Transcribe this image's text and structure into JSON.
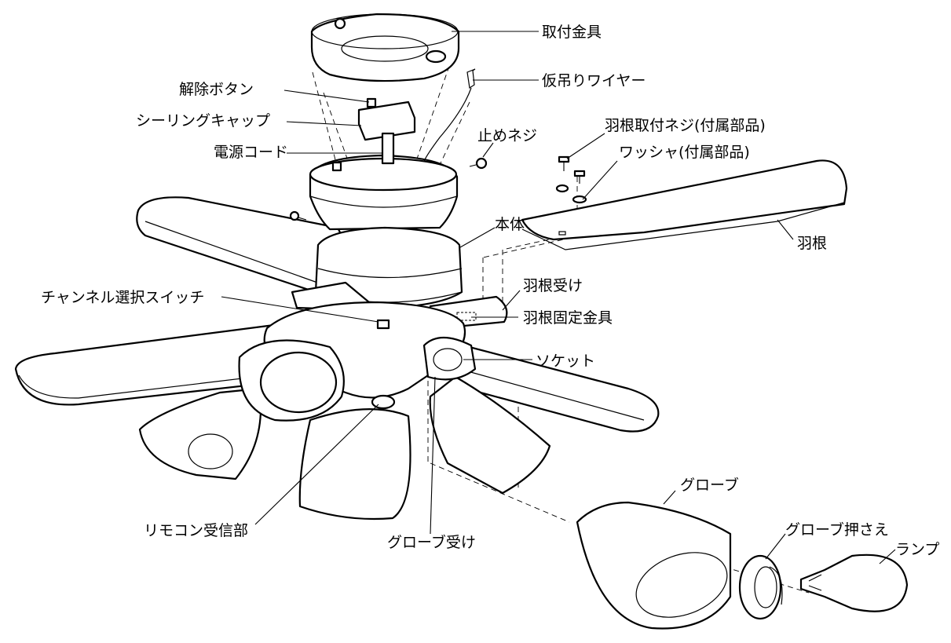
{
  "diagram": {
    "labels": {
      "mounting_bracket": "取付金具",
      "temp_wire": "仮吊りワイヤー",
      "release_button": "解除ボタン",
      "ceiling_cap": "シーリングキャップ",
      "power_cord": "電源コード",
      "stop_screw": "止めネジ",
      "blade_screw": "羽根取付ネジ(付属部品)",
      "washer": "ワッシャ(付属部品)",
      "body": "本体",
      "blade": "羽根",
      "blade_holder": "羽根受け",
      "blade_fixing_bracket": "羽根固定金具",
      "channel_switch": "チャンネル選択スイッチ",
      "socket": "ソケット",
      "globe": "グローブ",
      "globe_holder_ring": "グローブ押さえ",
      "lamp": "ランプ",
      "remote_receiver": "リモコン受信部",
      "globe_holder": "グローブ受け"
    }
  }
}
